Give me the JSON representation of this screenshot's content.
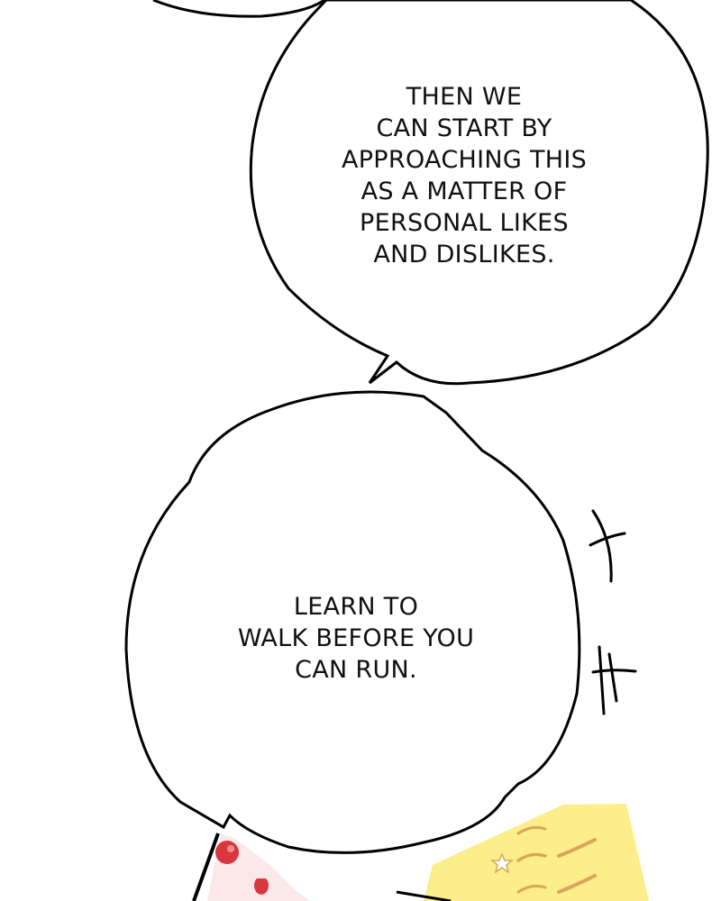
{
  "bubbles": [
    {
      "lines": [
        "THEN WE",
        "CAN START BY",
        "APPROACHING THIS",
        "AS A MATTER OF",
        "PERSONAL LIKES",
        "AND DISLIKES."
      ]
    },
    {
      "lines": [
        "LEARN TO",
        "WALK BEFORE YOU",
        "CAN RUN."
      ]
    }
  ],
  "colors": {
    "outline": "#000000",
    "yellow_panel": "#fcee8a",
    "strawberry": "#d9363e",
    "cream": "#fbe9ea"
  }
}
